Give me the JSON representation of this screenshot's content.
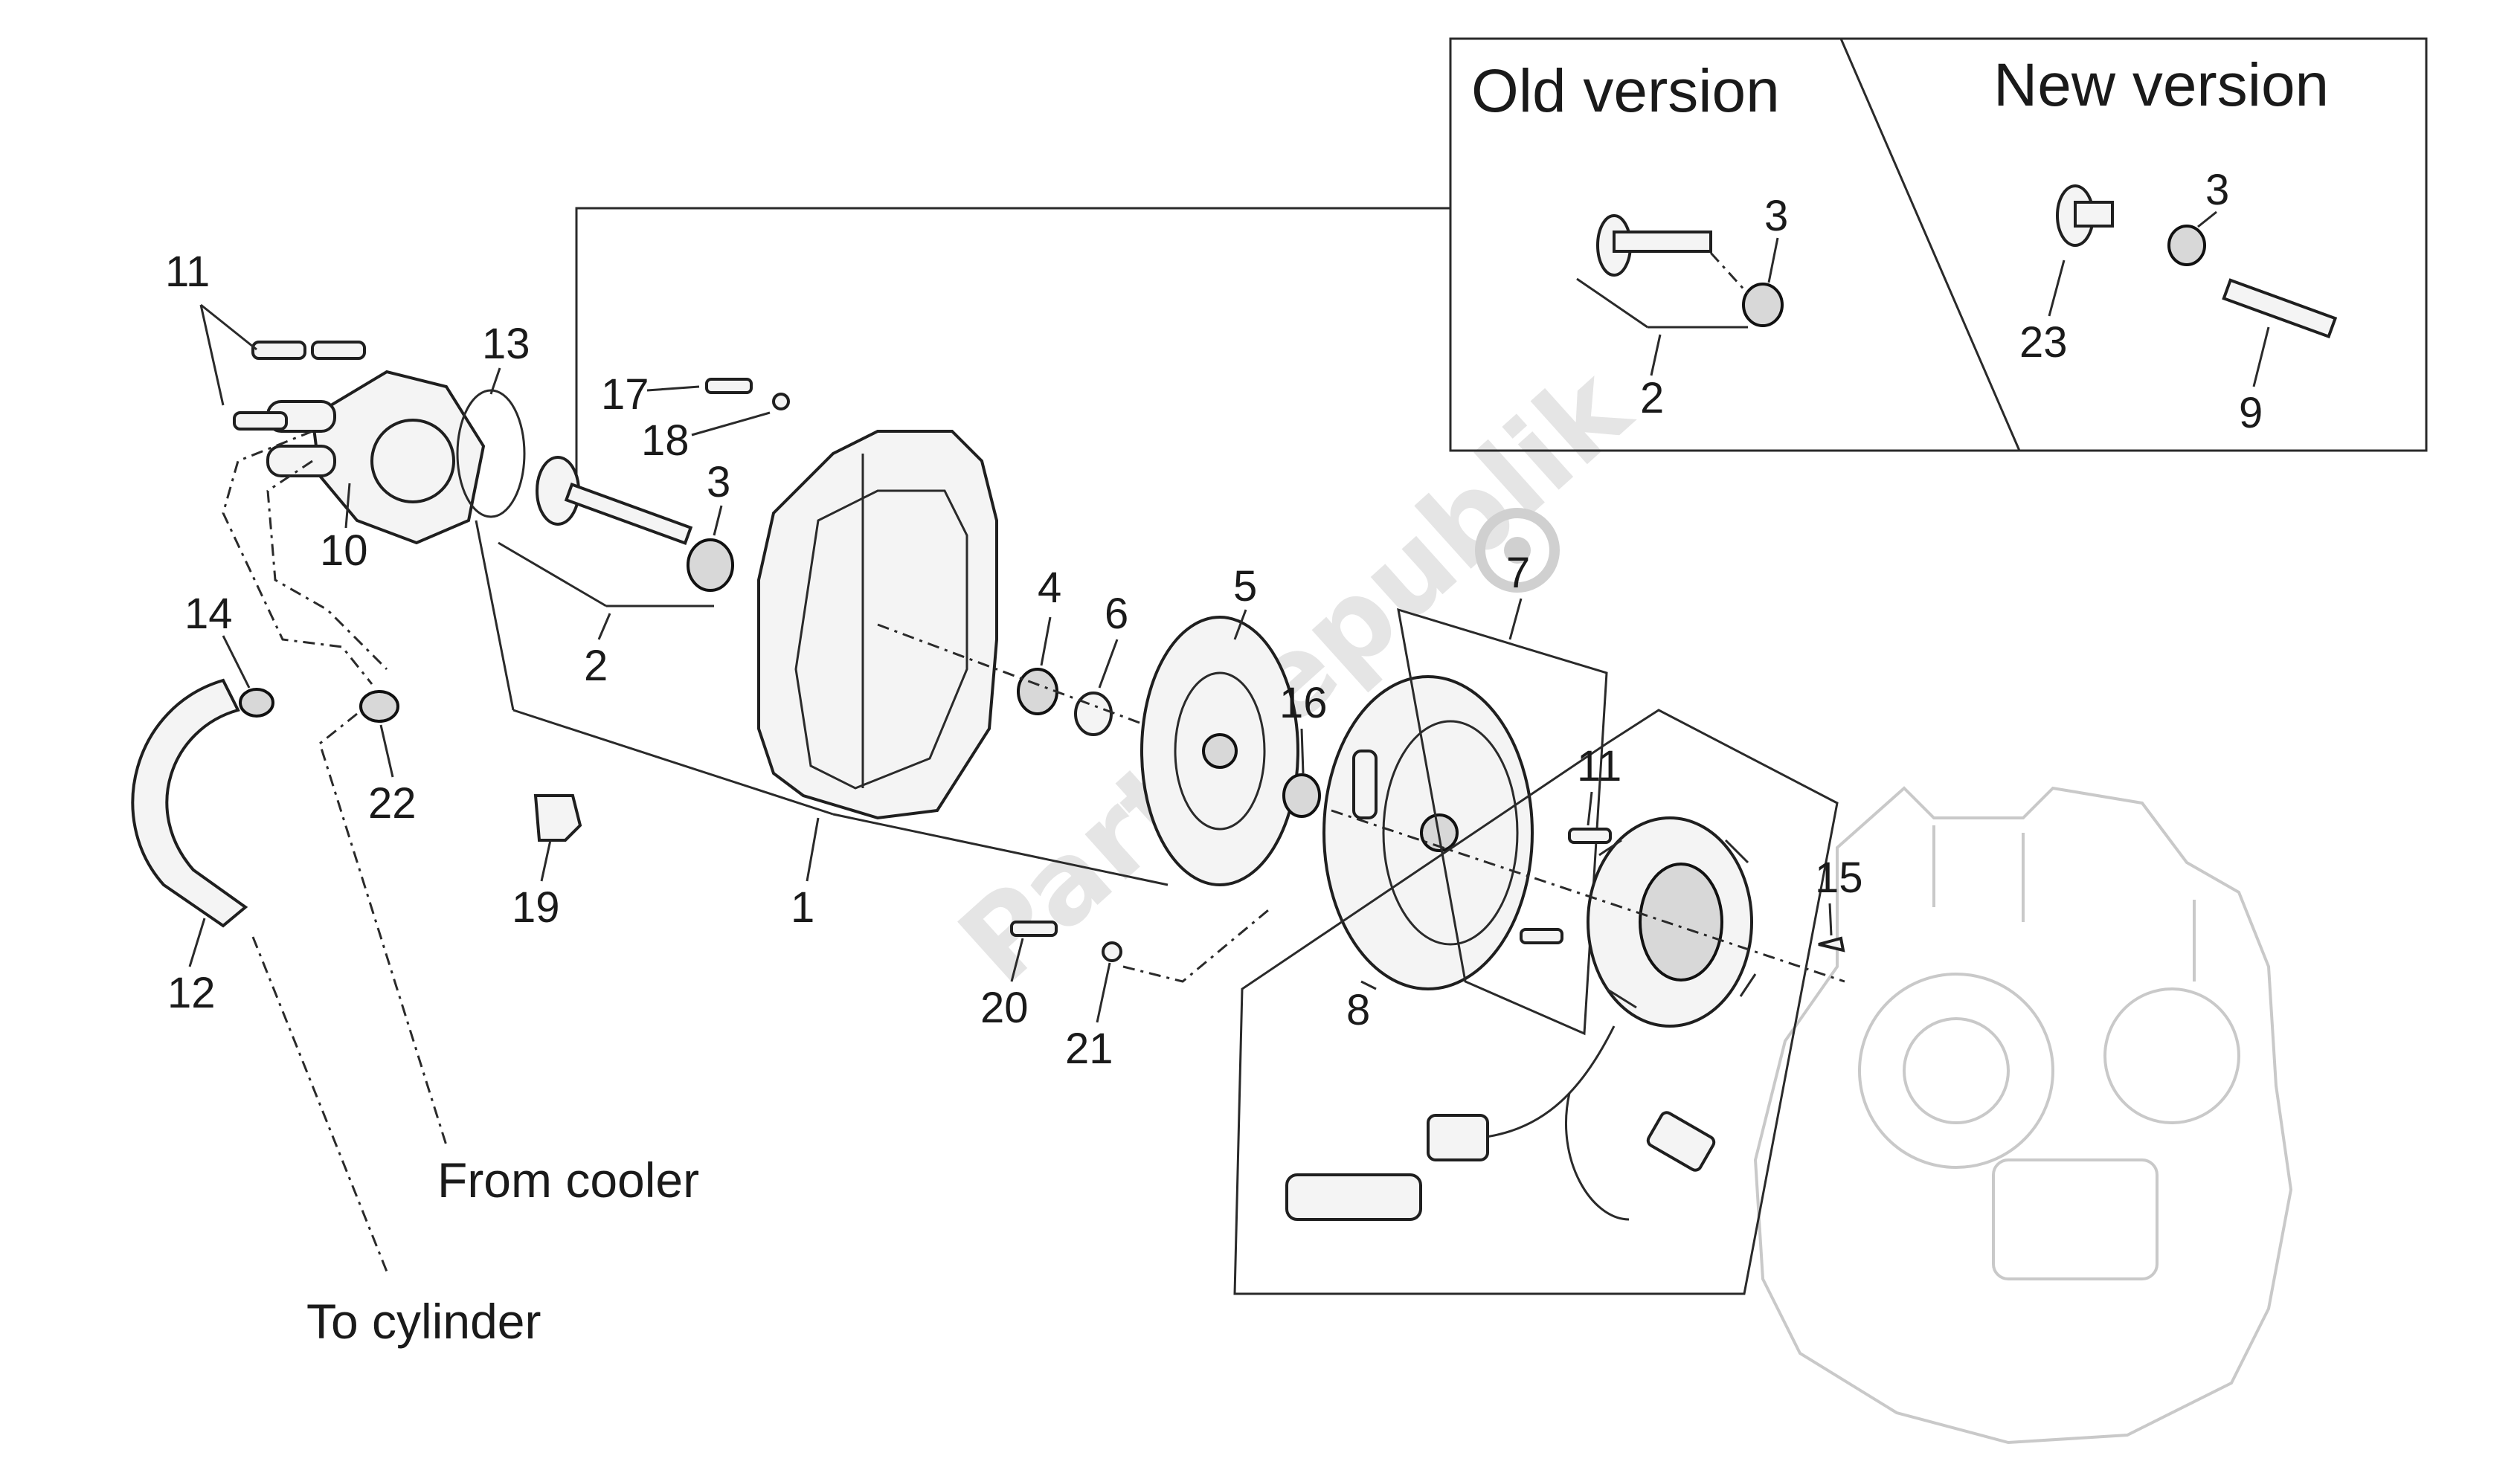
{
  "versions": {
    "old_title": "Old version",
    "new_title": "New version",
    "old_labels": [
      "3",
      "2"
    ],
    "new_labels": [
      "3",
      "23",
      "9"
    ]
  },
  "captions": {
    "from_cooler": "From cooler",
    "to_cylinder": "To cylinder"
  },
  "watermark": "Partsrepublik",
  "callouts": [
    "11",
    "13",
    "17",
    "18",
    "3",
    "10",
    "14",
    "2",
    "4",
    "6",
    "5",
    "7",
    "16",
    "22",
    "19",
    "1",
    "12",
    "11",
    "15",
    "8",
    "20",
    "21"
  ],
  "colors": {
    "ink": "#1a1a1a",
    "ghost": "#c9c9c9",
    "watermark": "#d0d0d0"
  }
}
